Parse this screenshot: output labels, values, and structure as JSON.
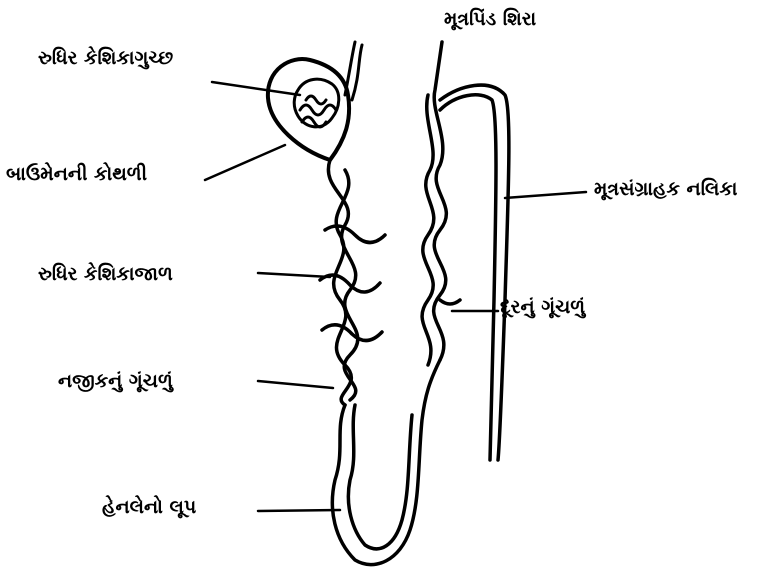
{
  "labels": {
    "glomerulus": "રુધિર કેશિકાગુચ્છ",
    "bowman_capsule": "બાઉમેનની કોથળી",
    "capillary_network": "રુધિર કેશિકાજાળ",
    "proximal_convoluted": "નજીકનું ગૂંચળું",
    "loop_of_henle": "હેનલેનો લૂપ",
    "renal_vein": "મૂત્રપિંડ શિરા",
    "collecting_duct": "મૂત્રસંગ્રાહક નલિકા",
    "distal_convoluted": "દૂરનું ગૂંચળું"
  },
  "colors": {
    "ink": "#000000",
    "paper": "#ffffff"
  }
}
